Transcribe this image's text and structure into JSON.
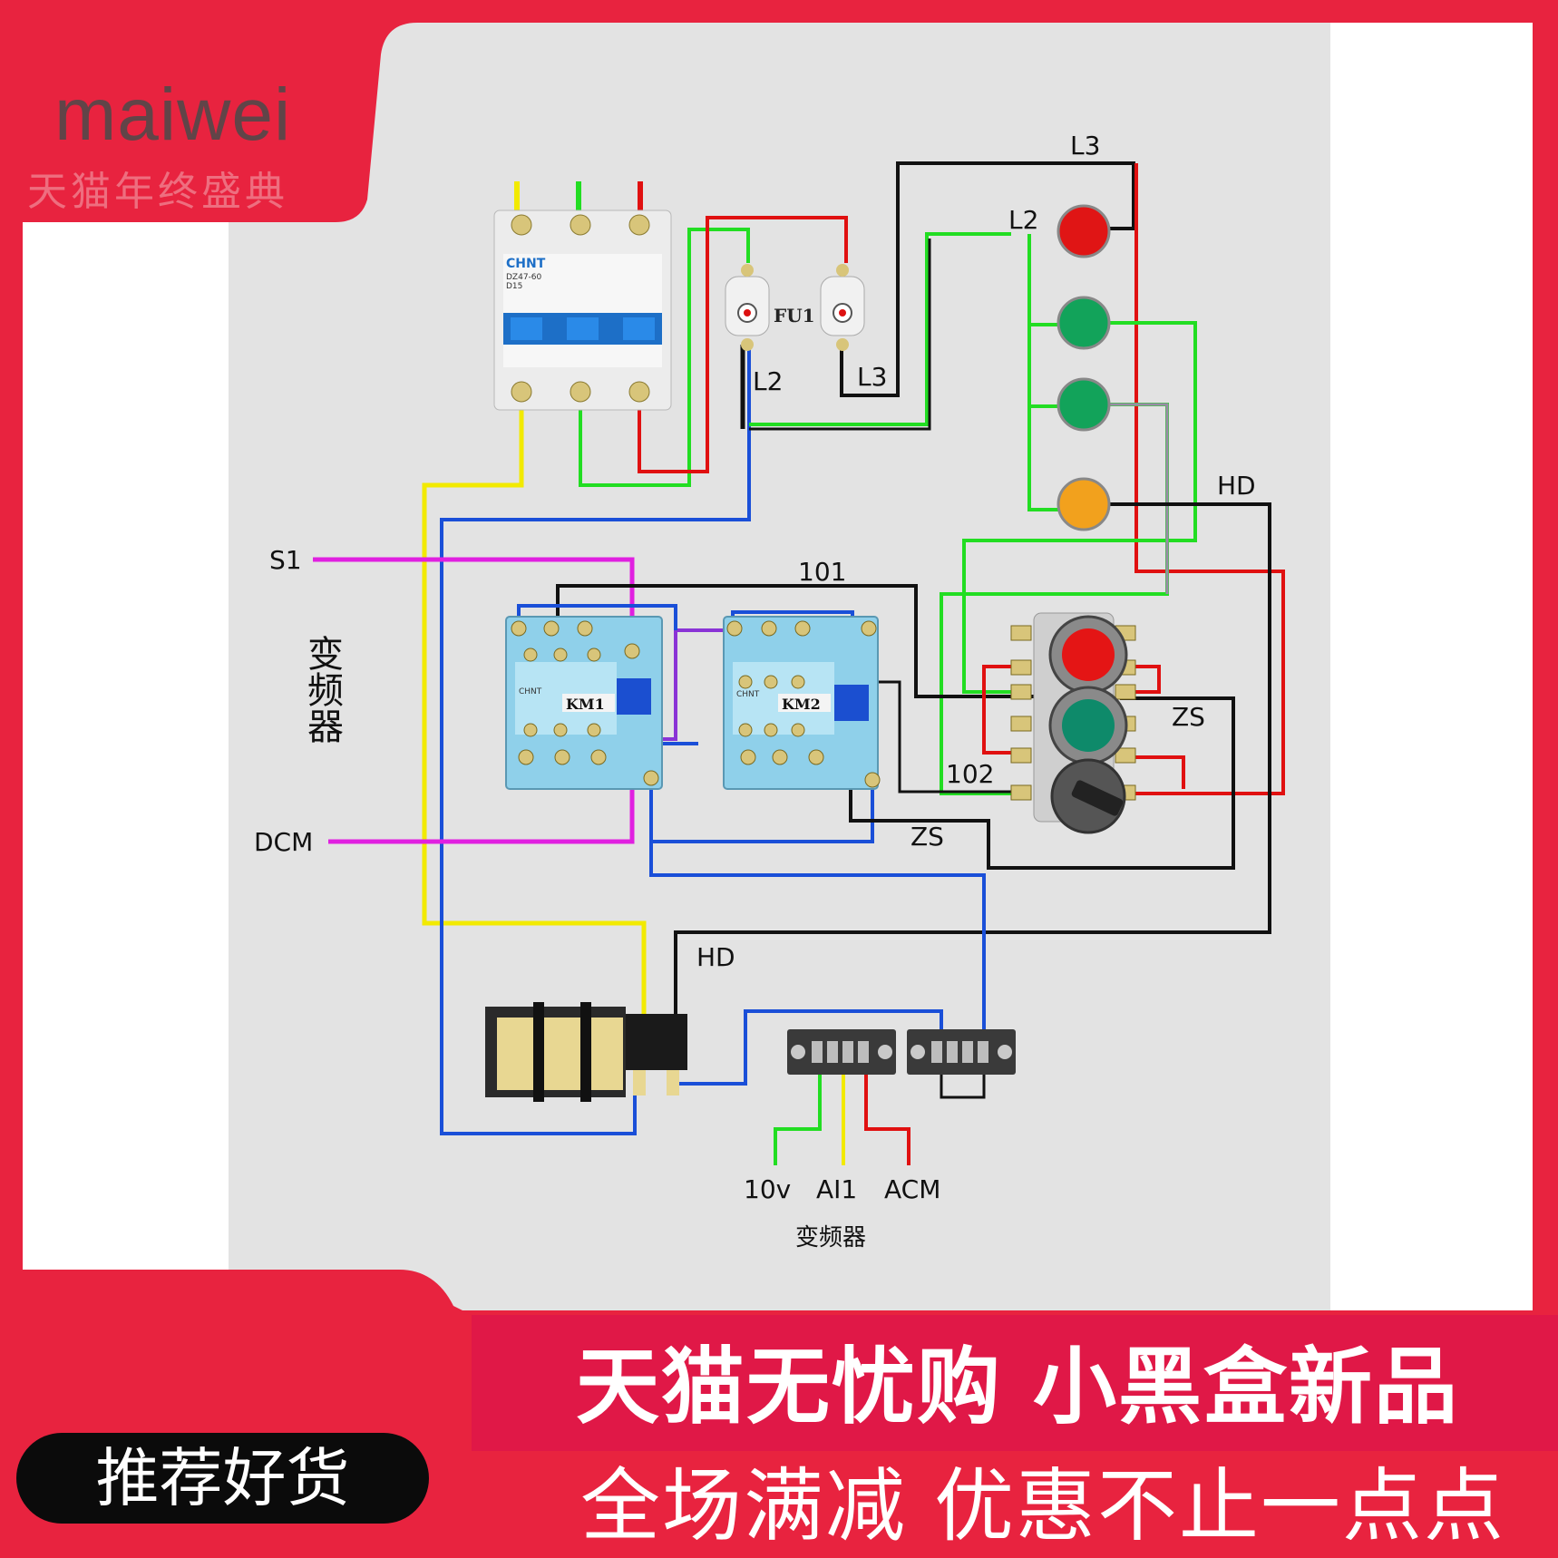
{
  "brand": {
    "logo": "maiwei",
    "watermark": "天猫年终盛典"
  },
  "banner": {
    "line1": "天猫无忧购 小黑盒新品",
    "line2": "全场满减 优惠不止一点点",
    "badge": "推荐好货"
  },
  "diagram": {
    "breaker_brand": "CHNT",
    "breaker_model": "DZ47-60",
    "breaker_rating": "D15",
    "fuse": "FU1",
    "contactor1": "KM1",
    "contactor2": "KM2",
    "contactor_brand": "CHNT",
    "labels": {
      "l3_top": "L3",
      "l2_top": "L2",
      "l2_fuse": "L2",
      "l3_fuse": "L3",
      "hd_right": "HD",
      "s1": "S1",
      "n101": "101",
      "inverter_side": "变频器",
      "zs_right": "ZS",
      "n102": "102",
      "dcm": "DCM",
      "zs_bottom": "ZS",
      "hd_bottom": "HD",
      "v10": "10v",
      "ai1": "AI1",
      "acm": "ACM",
      "inverter_bottom": "变频器"
    }
  },
  "colors": {
    "red_bg": "#e8233f",
    "panel": "#e3e3e3",
    "wire_yellow": "#f2ea00",
    "wire_green": "#22dd22",
    "wire_red": "#e01010",
    "wire_black": "#111111",
    "wire_blue": "#1a4fd8",
    "wire_magenta": "#e020e0",
    "wire_purple": "#8a33d6"
  }
}
